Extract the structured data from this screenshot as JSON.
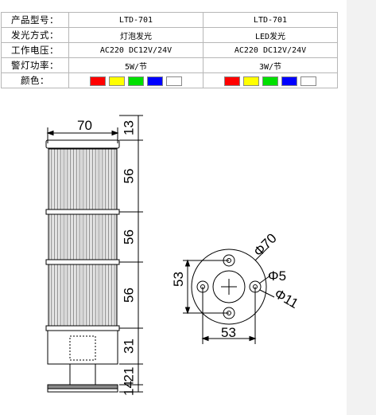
{
  "table": {
    "rows": [
      {
        "label": "产品型号：",
        "v1": "LTD-701",
        "v2": "LTD-701"
      },
      {
        "label": "发光方式：",
        "v1": "灯泡发光",
        "v2": "LED发光"
      },
      {
        "label": "工作电压：",
        "v1": "AC220 DC12V/24V",
        "v2": "AC220 DC12V/24V"
      },
      {
        "label": "警灯功率：",
        "v1": "5W/节",
        "v2": "3W/节"
      }
    ],
    "color_label": "颜色：",
    "colors": [
      "#ff0000",
      "#ffff00",
      "#00e000",
      "#0000ff",
      "#ffffff"
    ]
  },
  "side_view": {
    "width_dim": "70",
    "heights": [
      "13",
      "56",
      "56",
      "56",
      "31",
      "21",
      "14"
    ]
  },
  "top_view": {
    "height_dim": "53",
    "width_dim": "53",
    "outer_dia": "Φ70",
    "hole_dia": "Φ5",
    "ring_dia": "Φ11"
  }
}
